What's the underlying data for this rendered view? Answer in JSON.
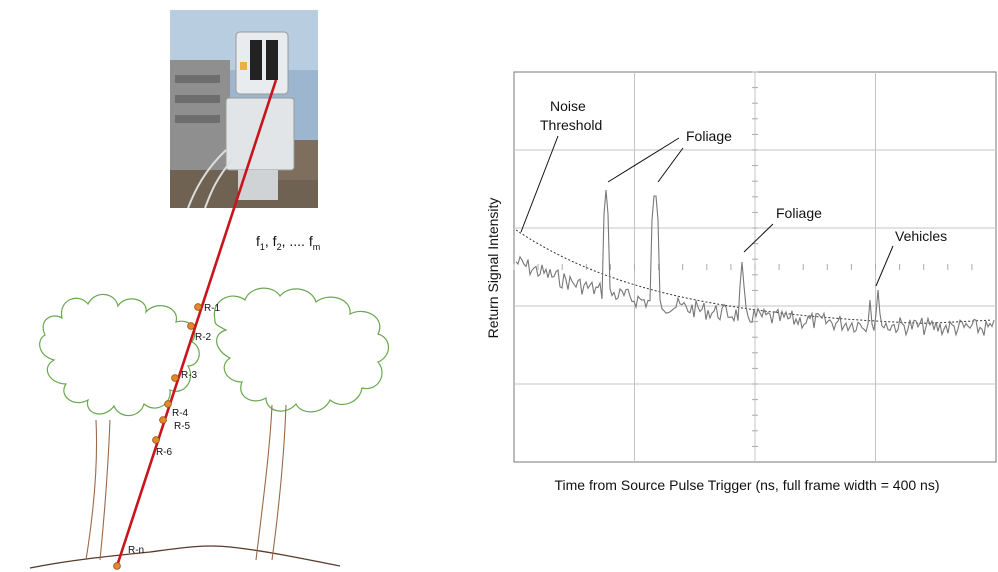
{
  "left_diagram": {
    "frequency_label": {
      "f1": "f",
      "s1": "1",
      "f2": ", f",
      "s2": "2",
      "dots": ", .... f",
      "sm": "m"
    },
    "range_labels": [
      "R-1",
      "R-2",
      "R-3",
      "R-4",
      "R-5",
      "R-6",
      "R-n"
    ]
  },
  "right_chart": {
    "ylabel": "Return Signal Intensity",
    "xlabel": "Time from Source Pulse Trigger (ns, full frame width = 400 ns)",
    "annotations": {
      "noise": "Noise",
      "threshold": "Threshold",
      "foliage1": "Foliage",
      "foliage2": "Foliage",
      "vehicles": "Vehicles"
    }
  },
  "colors": {
    "beam": "#c8151b",
    "foliage": "#6aa84f",
    "trunk": "#9a6a4a",
    "marker": "#e2892b",
    "signal": "#777777",
    "grid": "#bcbcbc"
  }
}
